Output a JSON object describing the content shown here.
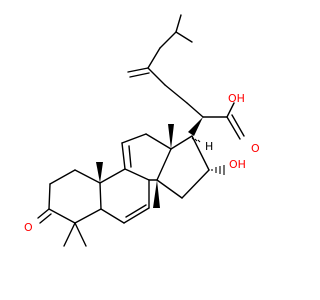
{
  "molecule": {
    "atom_labels": {
      "acid_oxygen": "OH",
      "acid_carbonyl_oxygen": "O",
      "hydroxyl_oxygen": "OH",
      "ketone_oxygen": "O",
      "stereo_hydrogen": "H"
    },
    "colors": {
      "bond": "#000000",
      "oxygen": "#ff0000",
      "hydrogen_label": "#000000",
      "background": "#ffffff"
    }
  }
}
